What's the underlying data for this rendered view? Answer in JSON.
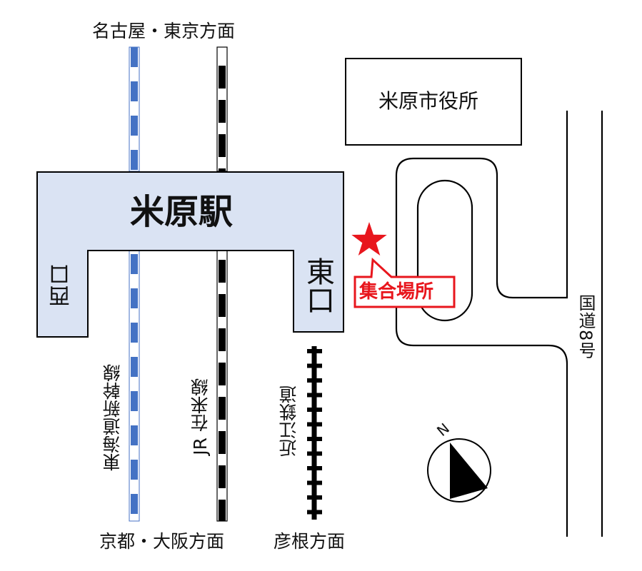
{
  "labels": {
    "nagoya_tokyo": "名古屋・東京方面",
    "kyoto_osaka": "京都・大阪方面",
    "hikone": "彦根方面",
    "city_hall": "米原市役所",
    "station": "米原駅",
    "west_exit": "西口",
    "east_exit": "東口",
    "meeting_point": "集合場所",
    "shinkansen": "東海道新幹線",
    "jr_line": "JR 在来線",
    "ohmi": "近江鉄道",
    "route8": "国道8号",
    "north": "N"
  },
  "colors": {
    "station_fill": "#dae3f3",
    "shinkansen": "#4472c4",
    "jr": "#000000",
    "accent": "#e8161d"
  }
}
